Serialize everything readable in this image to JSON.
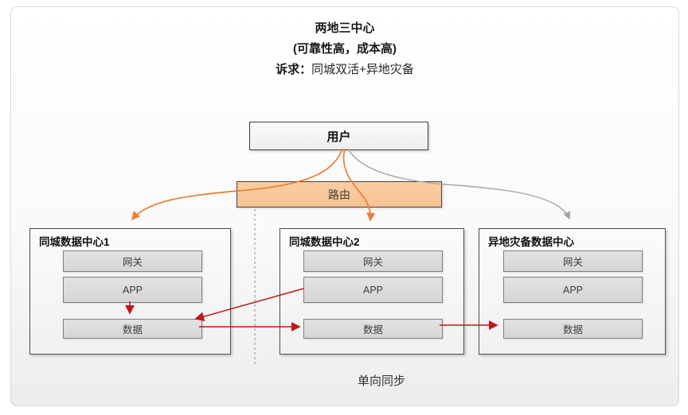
{
  "header": {
    "title": "两地三中心",
    "subtitle": "(可靠性高，成本高)",
    "demand_label": "诉求：",
    "demand_text": "同城双活+异地灾备"
  },
  "nodes": {
    "user": "用户",
    "router": "路由"
  },
  "centers": [
    {
      "title": "同城数据中心1",
      "components": {
        "gateway": "网关",
        "app": "APP",
        "data": "数据"
      }
    },
    {
      "title": "同城数据中心2",
      "components": {
        "gateway": "网关",
        "app": "APP",
        "data": "数据"
      }
    },
    {
      "title": "异地灾备数据中心",
      "components": {
        "gateway": "网关",
        "app": "APP",
        "data": "数据"
      }
    }
  ],
  "footer": {
    "sync_label": "单向同步"
  },
  "colors": {
    "orange_flow": "#ED7D31",
    "gray_flow": "#A6A6A6",
    "red_sync": "#C01818",
    "router_fill": "#F7C494"
  }
}
